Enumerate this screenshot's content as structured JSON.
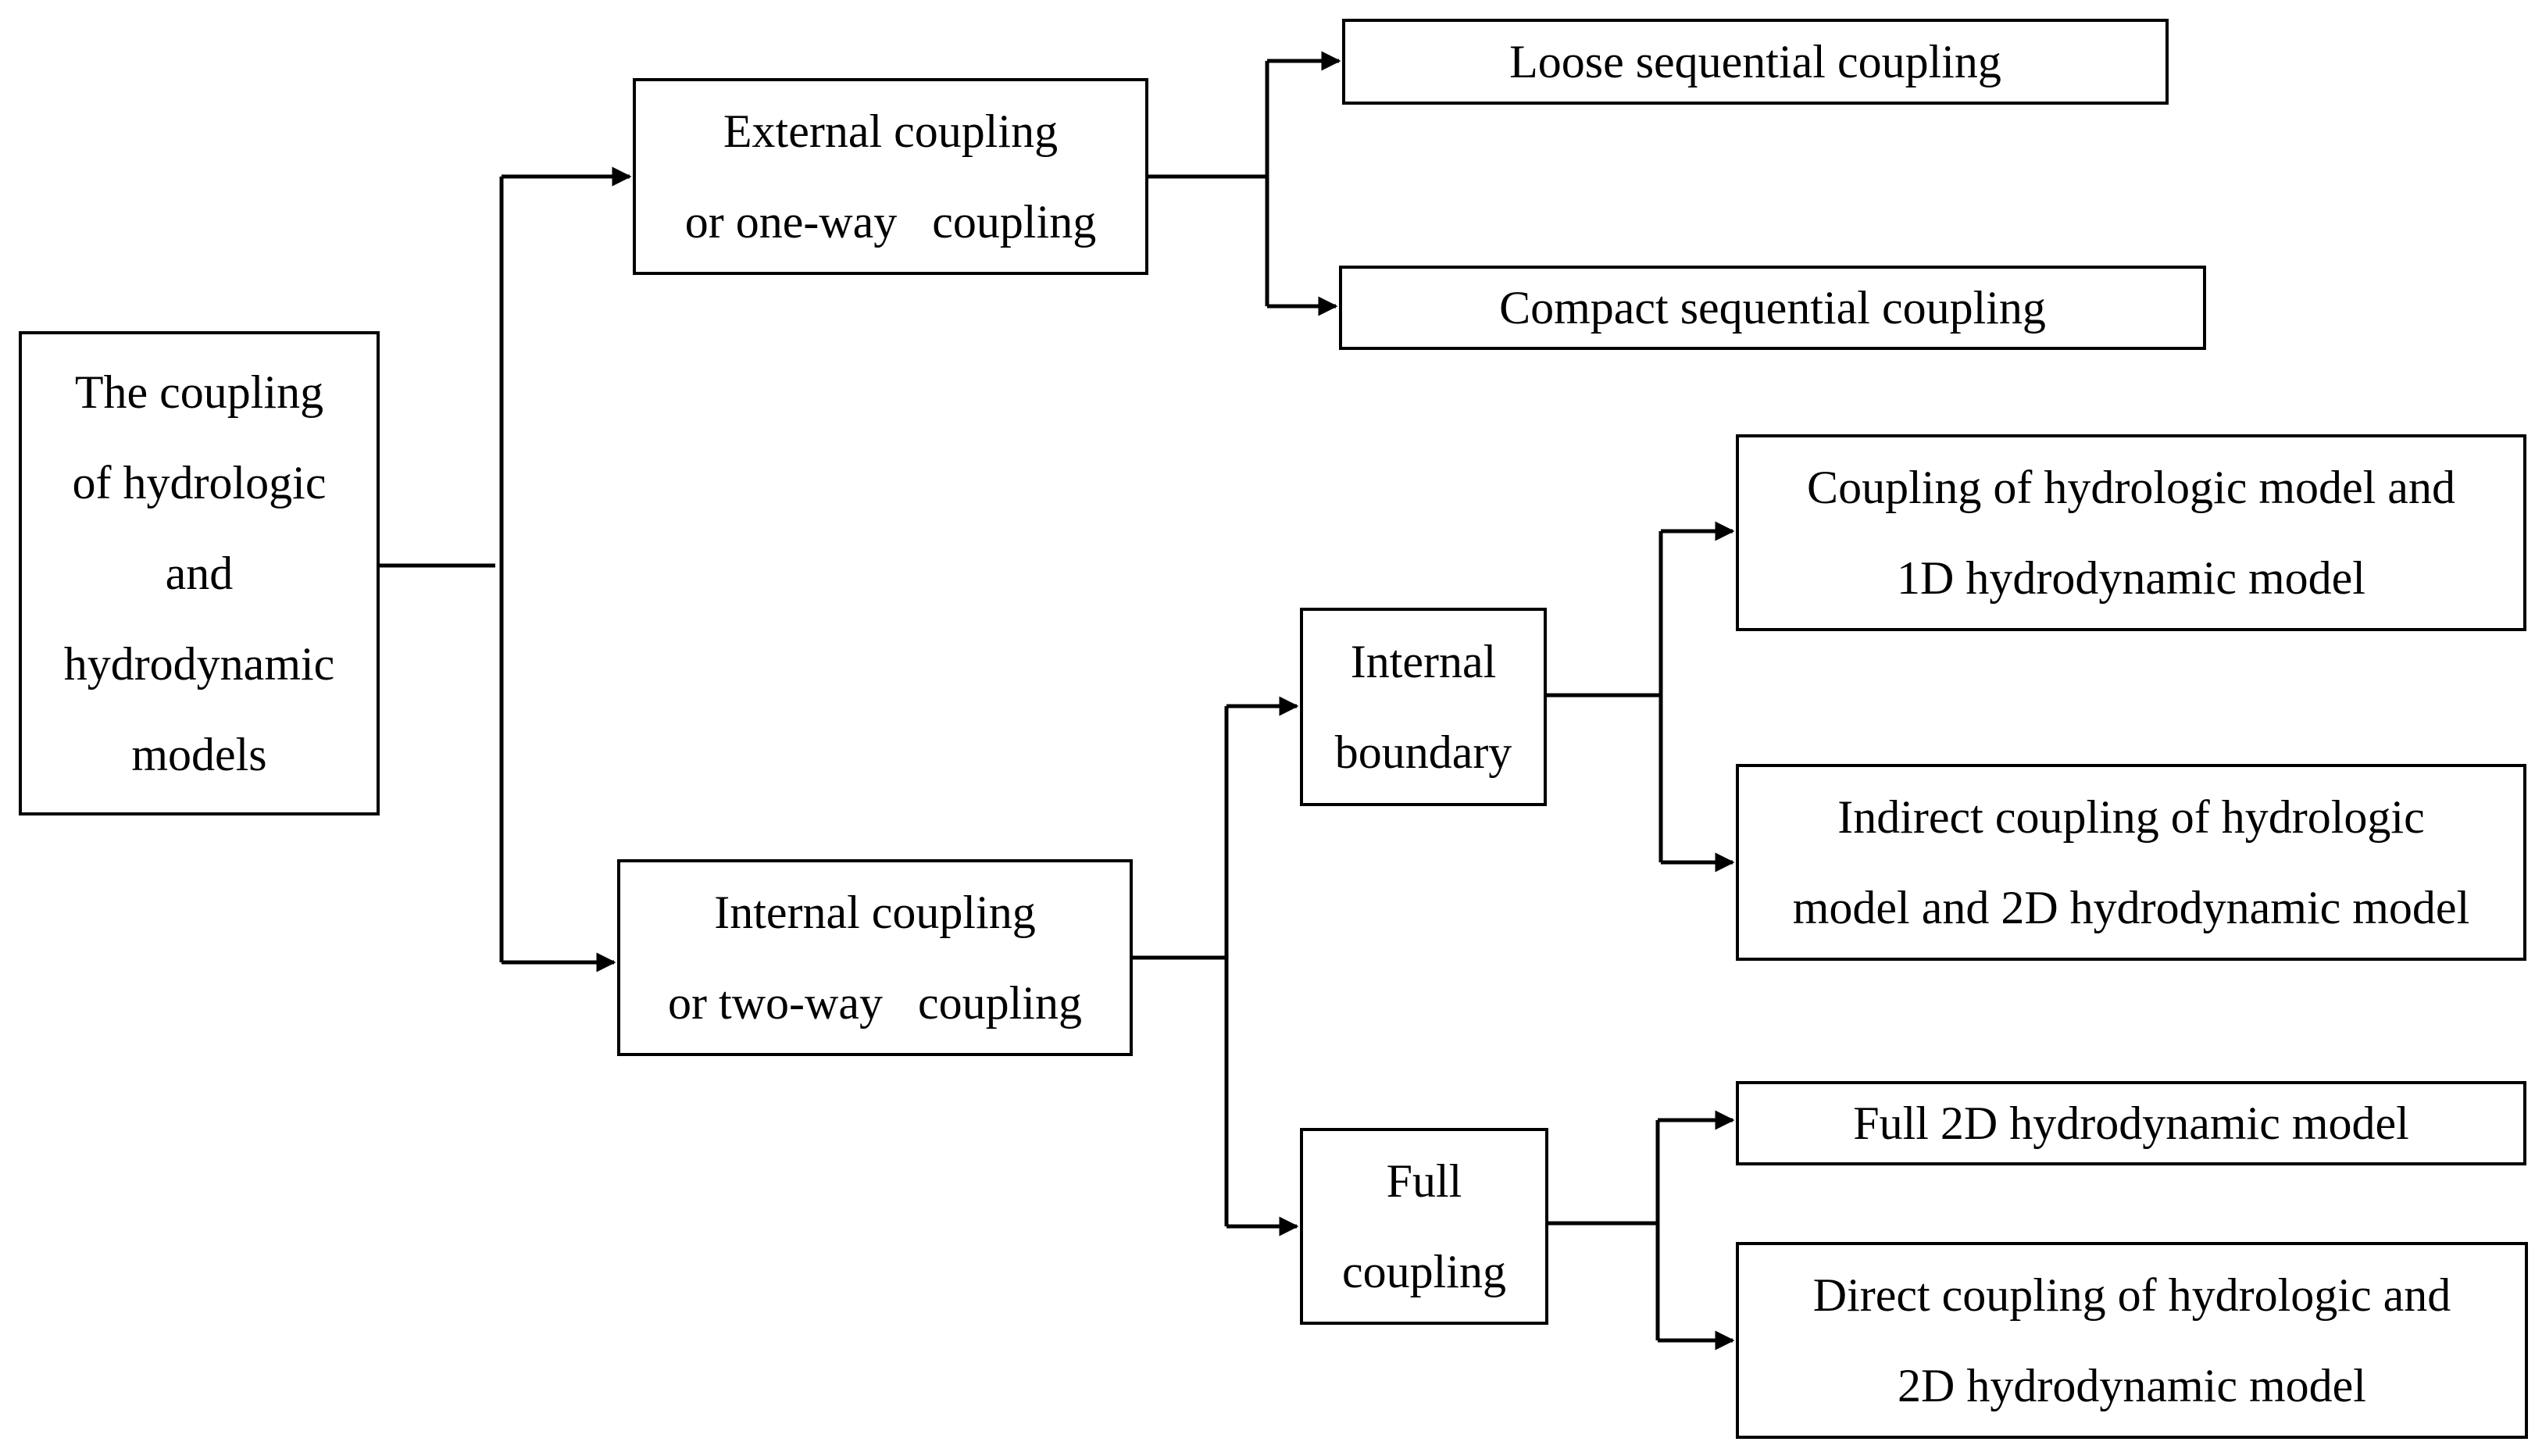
{
  "colors": {
    "line": "#000000",
    "box_border": "#000000",
    "box_fill": "#ffffff",
    "background": "#ffffff"
  },
  "nodes": {
    "root": {
      "lines": [
        "The coupling",
        "of hydrologic",
        "and",
        "hydrodynamic",
        "models"
      ]
    },
    "external": {
      "lines": [
        "External coupling",
        "or one-way   coupling"
      ]
    },
    "internal": {
      "lines": [
        "Internal coupling",
        "or two-way   coupling"
      ]
    },
    "loose": {
      "lines": [
        "Loose sequential coupling"
      ]
    },
    "compact": {
      "lines": [
        "Compact sequential coupling"
      ]
    },
    "boundary": {
      "lines": [
        "Internal",
        "boundary"
      ]
    },
    "full": {
      "lines": [
        "Full",
        "coupling"
      ]
    },
    "hydro1d": {
      "lines": [
        "Coupling of hydrologic model and",
        "1D hydrodynamic model"
      ]
    },
    "indirect2d": {
      "lines": [
        "Indirect coupling of hydrologic",
        "model and 2D hydrodynamic model"
      ]
    },
    "full2d": {
      "lines": [
        "Full 2D hydrodynamic model"
      ]
    },
    "direct2d": {
      "lines": [
        "Direct coupling of hydrologic and",
        "2D hydrodynamic model"
      ]
    }
  }
}
